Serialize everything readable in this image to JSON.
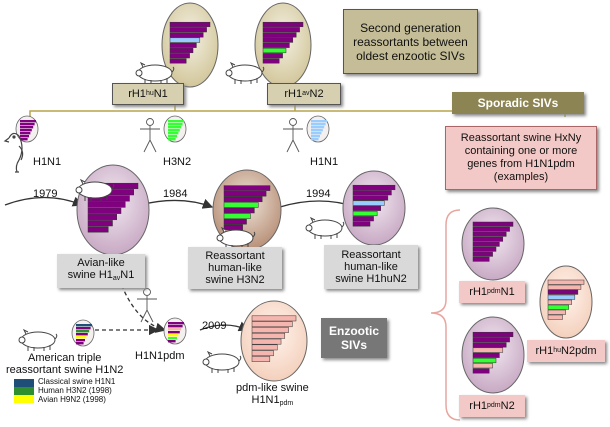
{
  "colors": {
    "purple": "#800080",
    "light_blue": "#99ccff",
    "green": "#33ff33",
    "salmon": "#f4b6ae",
    "gold_line": "#b8a44c",
    "pink_line": "#e7a6a0",
    "olive_header": "#8c8452",
    "dark_gray_header": "#777777",
    "legend_classical": "#1f4e79",
    "legend_human": "#2f8f2f",
    "legend_avian": "#ffff00"
  },
  "title_box": {
    "line1": "Second generation",
    "line2": "reassortants between",
    "line3": "oldest enzootic SIVs"
  },
  "top_labels": {
    "rh1hun1": {
      "main": "rH1",
      "sub": "hu",
      "rest": "N1"
    },
    "rh1avn2": {
      "main": "rH1",
      "sub": "av",
      "rest": "N2"
    }
  },
  "sources": {
    "h1n1_left": "H1N1",
    "h3n2": "H3N2",
    "h1n1_right": "H1N1"
  },
  "years": {
    "y1979": "1979",
    "y1984": "1984",
    "y1994": "1994",
    "y2009": "2009"
  },
  "lineages": {
    "avian_like": {
      "line1": "Avian-like",
      "main": "swine H1",
      "sub": "av",
      "rest": "N1"
    },
    "human_h3n2": {
      "line1": "Reassortant",
      "line2": "human-like",
      "line3": "swine H3N2"
    },
    "human_h1hun2": {
      "line1": "Reassortant",
      "line2": "human-like",
      "line3": "swine H1huN2"
    }
  },
  "enzootic": {
    "line1": "Enzootic",
    "line2": "SIVs"
  },
  "sporadic": {
    "header": "Sporadic SIVs",
    "box_line1": "Reassortant swine HxNy",
    "box_line2": "containing one or more",
    "box_line3": "genes from H1N1pdm",
    "box_line4": "(examples)"
  },
  "american": {
    "line1": "American triple",
    "line2": "reassortant swine H1N2"
  },
  "h1n1pdm": "H1N1pdm",
  "pdm_like": {
    "line1": "pdm-like swine",
    "main": "H1N1",
    "sub": "pdm"
  },
  "legend": [
    {
      "label": "Classical swine H1N1",
      "color": "#1f4e79"
    },
    {
      "label": "Human H3N2 (1998)",
      "color": "#2f8f2f"
    },
    {
      "label": "Avian H9N2 (1998)",
      "color": "#ffff00"
    }
  ],
  "right_labels": {
    "rh1pdmn1": {
      "main": "rH1",
      "sub": "pdm",
      "rest": "N1"
    },
    "rh1hun2pdm": {
      "main": "rH1",
      "sub": "hu",
      "rest": "N2pdm"
    },
    "rh1pdmn2": {
      "main": "rH1",
      "sub": "pdm",
      "rest": "N2"
    }
  },
  "icon_names": [
    "pig-icon",
    "bird-icon",
    "human-figure-icon",
    "virus-segment-icon"
  ]
}
